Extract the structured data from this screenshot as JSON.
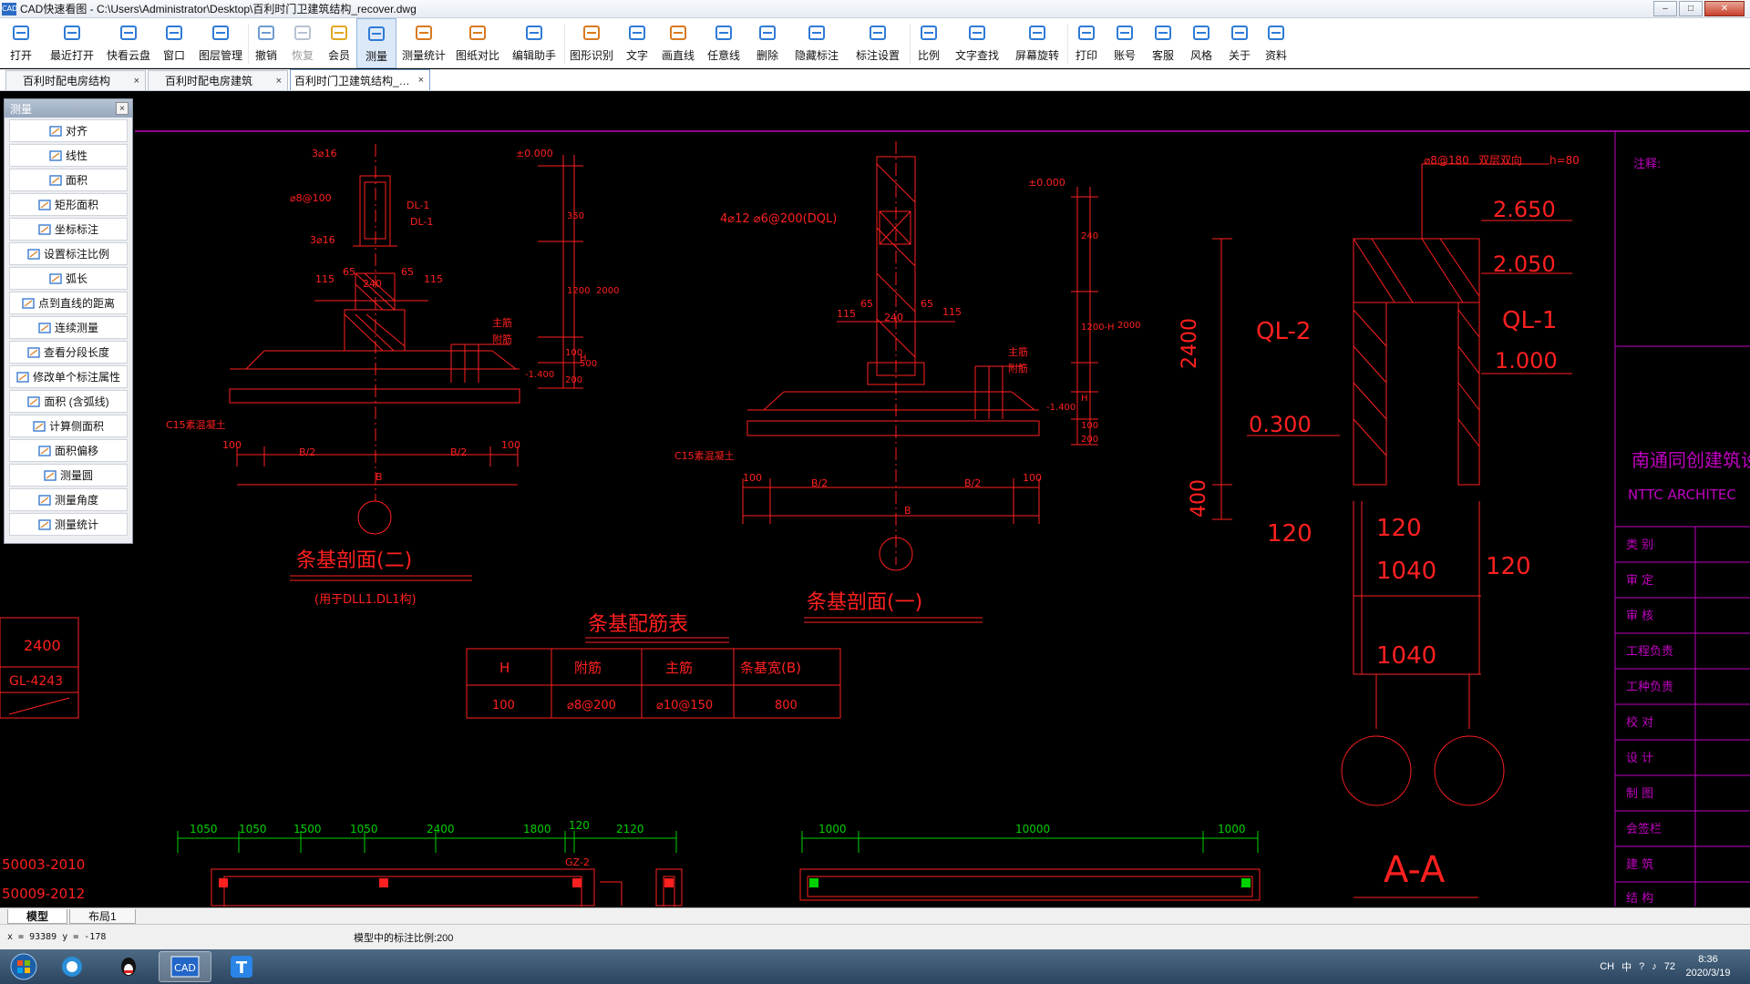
{
  "window": {
    "app_icon": "CAD",
    "title": "CAD快速看图 - C:\\Users\\Administrator\\Desktop\\百利时门卫建筑结构_recover.dwg",
    "buttons": [
      "minimize-icon",
      "maximize-icon",
      "close-icon"
    ]
  },
  "toolbar": {
    "items": [
      {
        "label": "打开",
        "icon": "folder-open-icon",
        "color": "#2f7bd6"
      },
      {
        "label": "最近打开",
        "icon": "history-icon",
        "color": "#2f7bd6"
      },
      {
        "label": "快看云盘",
        "icon": "cloud-icon",
        "color": "#2f7bd6"
      },
      {
        "label": "窗口",
        "icon": "window-icon",
        "color": "#2f7bd6"
      },
      {
        "label": "图层管理",
        "icon": "layers-icon",
        "color": "#2f7bd6"
      },
      {
        "label": "撤销",
        "icon": "undo-icon",
        "color": "#6e9bd1"
      },
      {
        "label": "恢复",
        "icon": "redo-icon",
        "color": "#b7c3d3"
      },
      {
        "label": "会员",
        "icon": "vip-icon",
        "color": "#e0a823"
      },
      {
        "label": "测量",
        "icon": "measure-icon",
        "color": "#2f7bd6"
      },
      {
        "label": "测量统计",
        "icon": "measure-stats-icon",
        "color": "#d97a1f"
      },
      {
        "label": "图纸对比",
        "icon": "compare-icon",
        "color": "#d97a1f"
      },
      {
        "label": "编辑助手",
        "icon": "edit-assistant-icon",
        "color": "#2f7bd6"
      },
      {
        "label": "图形识别",
        "icon": "shape-recognize-icon",
        "color": "#d97a1f"
      },
      {
        "label": "文字",
        "icon": "text-icon",
        "color": "#2f7bd6"
      },
      {
        "label": "画直线",
        "icon": "line-icon",
        "color": "#d97a1f"
      },
      {
        "label": "任意线",
        "icon": "freehand-icon",
        "color": "#2f7bd6"
      },
      {
        "label": "删除",
        "icon": "eraser-icon",
        "color": "#2f7bd6"
      },
      {
        "label": "隐藏标注",
        "icon": "hide-annotation-icon",
        "color": "#2f7bd6"
      },
      {
        "label": "标注设置",
        "icon": "annotation-settings-icon",
        "color": "#2f7bd6"
      },
      {
        "label": "比例",
        "icon": "scale-icon",
        "color": "#2f7bd6"
      },
      {
        "label": "文字查找",
        "icon": "text-search-icon",
        "color": "#2f7bd6"
      },
      {
        "label": "屏幕旋转",
        "icon": "rotate-icon",
        "color": "#2f7bd6"
      },
      {
        "label": "打印",
        "icon": "print-icon",
        "color": "#2f7bd6"
      },
      {
        "label": "账号",
        "icon": "account-icon",
        "color": "#2f7bd6"
      },
      {
        "label": "客服",
        "icon": "headset-icon",
        "color": "#2f7bd6"
      },
      {
        "label": "风格",
        "icon": "style-icon",
        "color": "#2f7bd6"
      },
      {
        "label": "关于",
        "icon": "info-icon",
        "color": "#2f7bd6"
      },
      {
        "label": "资料",
        "icon": "library-icon",
        "color": "#2f7bd6"
      }
    ],
    "active": "测量",
    "disabled": "恢复"
  },
  "tabs": [
    {
      "label": "百利时配电房结构",
      "close": "×"
    },
    {
      "label": "百利时配电房建筑",
      "close": "×"
    },
    {
      "label": "百利时门卫建筑结构_…",
      "close": "×",
      "active": true
    }
  ],
  "measure_panel": {
    "title": "测量",
    "close": "×",
    "items": [
      {
        "label": "对齐",
        "icon": "align-icon"
      },
      {
        "label": "线性",
        "icon": "linear-icon"
      },
      {
        "label": "面积",
        "icon": "area-icon"
      },
      {
        "label": "矩形面积",
        "icon": "rect-area-icon"
      },
      {
        "label": "坐标标注",
        "icon": "coordinate-icon"
      },
      {
        "label": "设置标注比例",
        "icon": "set-scale-icon"
      },
      {
        "label": "弧长",
        "icon": "arc-icon"
      },
      {
        "label": "点到直线的距离",
        "icon": "point-line-icon"
      },
      {
        "label": "连续测量",
        "icon": "continuous-icon"
      },
      {
        "label": "查看分段长度",
        "icon": "segment-icon"
      },
      {
        "label": "修改单个标注属性",
        "icon": "edit-annotation-icon"
      },
      {
        "label": "面积 (含弧线)",
        "icon": "arc-area-icon"
      },
      {
        "label": "计算侧面积",
        "icon": "side-area-icon"
      },
      {
        "label": "面积偏移",
        "icon": "area-offset-icon"
      },
      {
        "label": "测量圆",
        "icon": "circle-icon"
      },
      {
        "label": "测量角度",
        "icon": "angle-icon"
      },
      {
        "label": "测量统计",
        "icon": "stats-icon"
      }
    ]
  },
  "drawing": {
    "section2": {
      "title": "条基剖面(二)",
      "subtitle": "(用于DLL1.DL1构)",
      "labels": [
        "3⌀16",
        "⌀8@100",
        "DL-1",
        "DL-1",
        "3⌀16",
        "115",
        "65",
        "240",
        "65",
        "115",
        "±0.000",
        "350",
        "1200",
        "-1.400",
        "100",
        "200",
        "主筋",
        "附筋",
        "C15素混凝土",
        "100",
        "B/2",
        "B/2",
        "100",
        "B",
        "2000",
        "H",
        "500"
      ]
    },
    "section1": {
      "title": "条基剖面(一)",
      "labels": [
        "4⌀12 ⌀6@200(DQL)",
        "±0.000",
        "115",
        "65",
        "240",
        "65",
        "115",
        "240",
        "1200-H",
        "2000",
        "-1.400",
        "H",
        "100",
        "200",
        "主筋",
        "附筋",
        "C15素混凝土",
        "100",
        "B/2",
        "B/2",
        "100",
        "B"
      ]
    },
    "rebar_table": {
      "title": "条基配筋表",
      "headers": [
        "H",
        "附筋",
        "主筋",
        "条基宽(B)"
      ],
      "rows": [
        [
          "100",
          "⌀8@200",
          "⌀10@150",
          "800"
        ]
      ]
    },
    "section_aa": {
      "title": "A-A",
      "labels": [
        "⌀8@180",
        "双层双向",
        "h=80",
        "2.650",
        "2.050",
        "QL-2",
        "QL-1",
        "1.000",
        "0.300",
        "2400",
        "400",
        "120",
        "120",
        "1040",
        "120",
        "1040"
      ]
    },
    "left_partial": {
      "labels": [
        "2400",
        "GL-4243"
      ],
      "codes": [
        "50003-2010",
        "50009-2012"
      ]
    },
    "bottom_dims_left": {
      "labels": [
        "1050",
        "1050",
        "1500",
        "1050",
        "2400",
        "1800",
        "120",
        "2120"
      ],
      "tag": "GZ-2"
    },
    "bottom_dims_right": {
      "labels": [
        "1000",
        "10000",
        "1000"
      ]
    },
    "title_block": {
      "note": "注释:",
      "company_cn": "南通同创建筑设计有限",
      "company_en": "NTTC ARCHITEC",
      "rows": [
        "类   别",
        "审   定",
        "审   核",
        "工程负责",
        "工种负责",
        "校   对",
        "设   计",
        "制   图",
        "会签栏",
        "建   筑",
        "结   构"
      ]
    }
  },
  "layout_tabs": [
    {
      "label": "模型",
      "active": true
    },
    {
      "label": "布局1"
    }
  ],
  "status": {
    "coords": "x = 93389  y = -178",
    "scale": "模型中的标注比例:200"
  },
  "taskbar": {
    "apps": [
      "start-orb-icon",
      "browser-icon",
      "qq-icon",
      "cad-viewer-icon",
      "cad-t-icon"
    ],
    "tray": {
      "lang": "CH",
      "ime": "中",
      "volume": "72",
      "time": "8:36",
      "date": "2020/3/19"
    }
  },
  "colors": {
    "drawing_red": "#ff2020",
    "drawing_magenta": "#c000c0",
    "drawing_green": "#00d000",
    "canvas_bg": "#000000",
    "accent": "#2f7bd6"
  }
}
